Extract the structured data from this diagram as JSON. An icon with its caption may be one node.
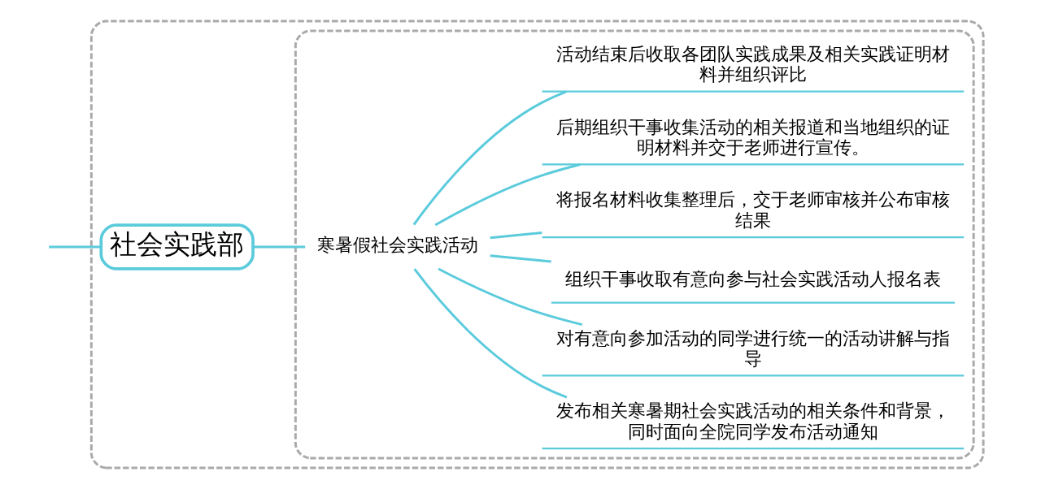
{
  "diagram": {
    "nodes": [
      {
        "text": [],
        "shape": "box"
      },
      {
        "text": [
          "社会实践部"
        ],
        "in": 0
      },
      {
        "text": [],
        "shape": "box",
        "in": 0
      },
      {
        "text": [
          "寒暑假社会实践活动"
        ],
        "in": 2
      },
      {
        "text": [
          "发布相关寒暑期社会实践活动的相关条件和背景，同时面向全院同学发布活动通知"
        ],
        "in": 2
      },
      {
        "text": [
          "对有意向参加活动的同学进行统一的活动讲解与指导"
        ],
        "in": 2
      },
      {
        "text": [
          "组织干事收取有意向参与社会实践活动人报名表"
        ],
        "in": 2
      },
      {
        "text": [
          "将报名材料收集整理后，交于老师审核并公布审核结果"
        ],
        "in": 2
      },
      {
        "text": [
          "后期组织干事收集活动的相关报道和当地组织的证明材料并交于老师进行宣传。"
        ],
        "in": 2
      },
      {
        "text": [
          "活动结束后收取各团队实践成果及相关实践证明材料并组织评比"
        ],
        "in": 2
      }
    ],
    "edges": [
      {
        "from": null,
        "to": 1,
        "arrow": "none"
      },
      {
        "from": 1,
        "to": 3,
        "arrow": "none"
      },
      {
        "from": 3,
        "to": 4,
        "arrow": "none"
      },
      {
        "from": 3,
        "to": 5,
        "arrow": "none"
      },
      {
        "from": 3,
        "to": 6,
        "arrow": "none"
      },
      {
        "from": 3,
        "to": 7,
        "arrow": "none"
      },
      {
        "from": 3,
        "to": 8,
        "arrow": "none"
      },
      {
        "from": 3,
        "to": 9,
        "arrow": "none"
      }
    ]
  }
}
